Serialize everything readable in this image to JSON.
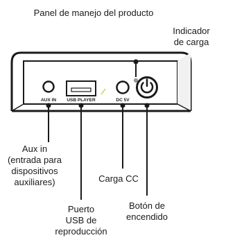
{
  "title": "Panel de manejo del producto",
  "panel": {
    "port_labels": {
      "aux": "AUX IN",
      "usb": "USB PLAYER",
      "dc": "DC 5V"
    }
  },
  "callouts": {
    "charge_indicator": [
      "Indicador",
      "de carga"
    ],
    "aux_in": [
      "Aux in",
      "(entrada para",
      "dispositivos",
      "auxiliares)"
    ],
    "usb_port": [
      "Puerto",
      "USB de",
      "reproducción"
    ],
    "dc_charge": [
      "Carga CC"
    ],
    "power_button": [
      "Botón de",
      "encendido"
    ]
  },
  "colors": {
    "outline": "#1a1a1a",
    "led": "#9a9a9a",
    "usb_glint": "#d8d060"
  }
}
